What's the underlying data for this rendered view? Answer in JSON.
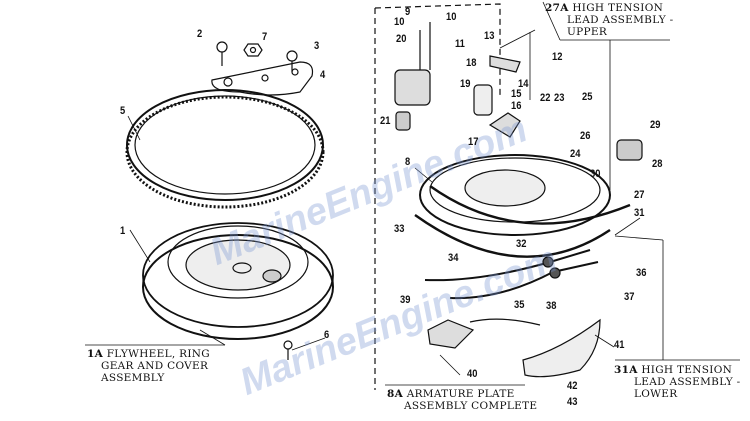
{
  "watermark": "MarineEngine.com",
  "parts": {
    "p1": "1",
    "p2": "2",
    "p3": "3",
    "p4": "4",
    "p5": "5",
    "p6": "6",
    "p7": "7",
    "p8": "8",
    "p9": "9",
    "p10a": "10",
    "p10b": "10",
    "p11": "11",
    "p12": "12",
    "p13": "13",
    "p14": "14",
    "p15": "15",
    "p16": "16",
    "p17": "17",
    "p18": "18",
    "p19": "19",
    "p20": "20",
    "p21": "21",
    "p22": "22",
    "p23": "23",
    "p24": "24",
    "p25": "25",
    "p26": "26",
    "p27": "27",
    "p28": "28",
    "p29": "29",
    "p30": "30",
    "p31": "31",
    "p32": "32",
    "p33": "33",
    "p34": "34",
    "p35": "35",
    "p36": "36",
    "p37": "37",
    "p38": "38",
    "p39": "39",
    "p40": "40",
    "p41": "41",
    "p42": "42",
    "p43": "43"
  },
  "assemblies": {
    "a1": {
      "code": "1A",
      "line1": "FLYWHEEL, RING",
      "line2": "GEAR AND COVER",
      "line3": "ASSEMBLY"
    },
    "a8": {
      "code": "8A",
      "line1": "ARMATURE PLATE",
      "line2": "ASSEMBLY COMPLETE"
    },
    "a27": {
      "code": "27A",
      "line1": "HIGH TENSION",
      "line2": "LEAD ASSEMBLY -",
      "line3": "UPPER"
    },
    "a31": {
      "code": "31A",
      "line1": "HIGH TENSION",
      "line2": "LEAD ASSEMBLY -",
      "line3": "LOWER"
    }
  }
}
